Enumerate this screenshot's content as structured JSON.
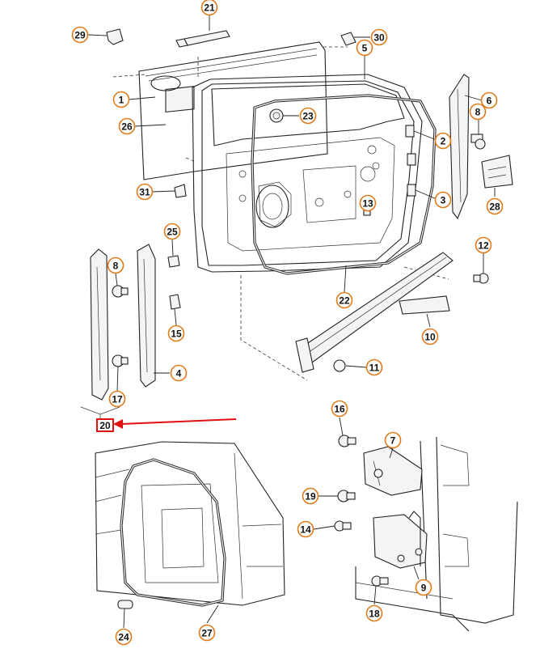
{
  "callouts": [
    {
      "id": "c21",
      "label": "21"
    },
    {
      "id": "c29",
      "label": "29"
    },
    {
      "id": "c30",
      "label": "30"
    },
    {
      "id": "c5",
      "label": "5"
    },
    {
      "id": "c1",
      "label": "1"
    },
    {
      "id": "c23",
      "label": "23"
    },
    {
      "id": "c26",
      "label": "26"
    },
    {
      "id": "c6",
      "label": "6"
    },
    {
      "id": "c8a",
      "label": "8"
    },
    {
      "id": "c2",
      "label": "2"
    },
    {
      "id": "c31",
      "label": "31"
    },
    {
      "id": "c13",
      "label": "13"
    },
    {
      "id": "c3",
      "label": "3"
    },
    {
      "id": "c28",
      "label": "28"
    },
    {
      "id": "c25",
      "label": "25"
    },
    {
      "id": "c12",
      "label": "12"
    },
    {
      "id": "c8b",
      "label": "8"
    },
    {
      "id": "c22",
      "label": "22"
    },
    {
      "id": "c15",
      "label": "15"
    },
    {
      "id": "c10",
      "label": "10"
    },
    {
      "id": "c4",
      "label": "4"
    },
    {
      "id": "c11",
      "label": "11"
    },
    {
      "id": "c17",
      "label": "17"
    },
    {
      "id": "c16",
      "label": "16"
    },
    {
      "id": "c7",
      "label": "7"
    },
    {
      "id": "c19",
      "label": "19"
    },
    {
      "id": "c14",
      "label": "14"
    },
    {
      "id": "c9",
      "label": "9"
    },
    {
      "id": "c18",
      "label": "18"
    },
    {
      "id": "c24",
      "label": "24"
    },
    {
      "id": "c27",
      "label": "27"
    }
  ],
  "highlight": {
    "label": "20"
  },
  "colors": {
    "callout_border": "#e07b1a",
    "highlight": "#e01010",
    "line": "#222222"
  }
}
